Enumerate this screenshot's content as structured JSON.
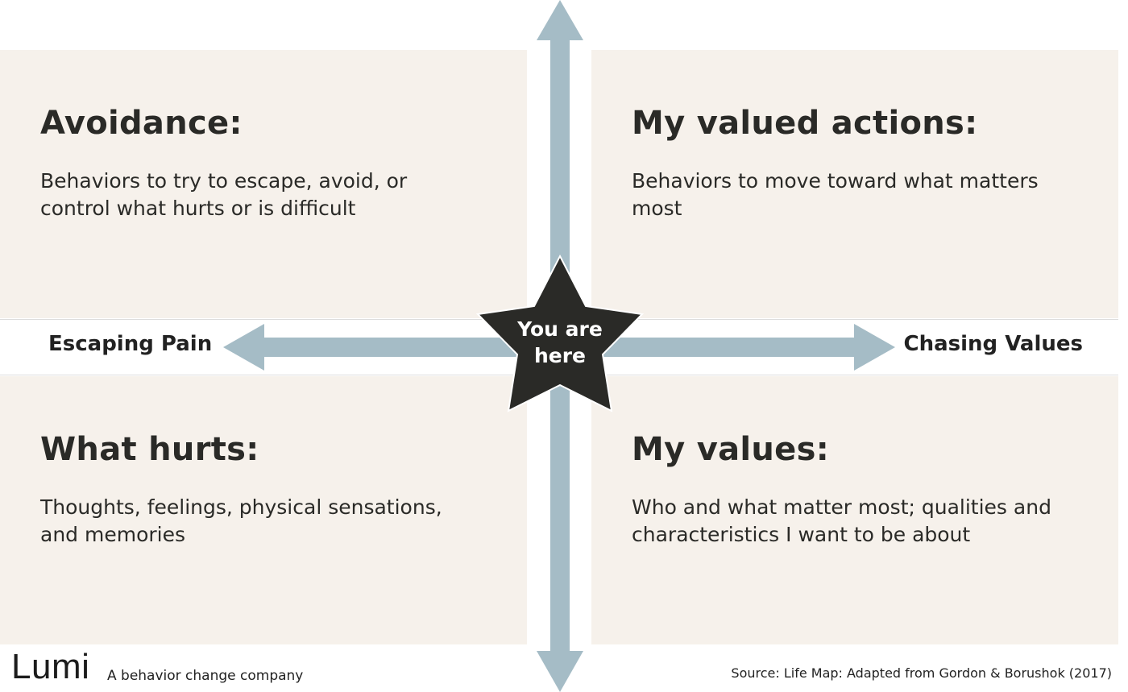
{
  "quadrants": {
    "top_left": {
      "title": "Avoidance:",
      "lines": [
        "Behaviors to try to escape, avoid, or",
        "control what hurts or is difficult"
      ]
    },
    "top_right": {
      "title": "My valued actions:",
      "lines": [
        "Behaviors to move toward what matters",
        "most"
      ]
    },
    "bottom_left": {
      "title": "What hurts:",
      "lines": [
        "Thoughts, feelings, physical sensations,",
        "and memories"
      ]
    },
    "bottom_right": {
      "title": "My values:",
      "lines": [
        "Who and what matter most; qualities and",
        "characteristics I want to be about"
      ]
    }
  },
  "axis": {
    "left_label": "Escaping Pain",
    "right_label": "Chasing Values"
  },
  "center": {
    "lines": [
      "You are",
      "here"
    ],
    "icon": "star-icon"
  },
  "footer": {
    "brand": "Lumi",
    "tagline": "A behavior change company",
    "source": "Source: Life Map: Adapted from Gordon & Borushok (2017)"
  },
  "colors": {
    "quadrant_bg": "#f6f1eb",
    "arrow": "#a5bcc6",
    "star": "#2a2a27",
    "text": "#2a2a27"
  }
}
